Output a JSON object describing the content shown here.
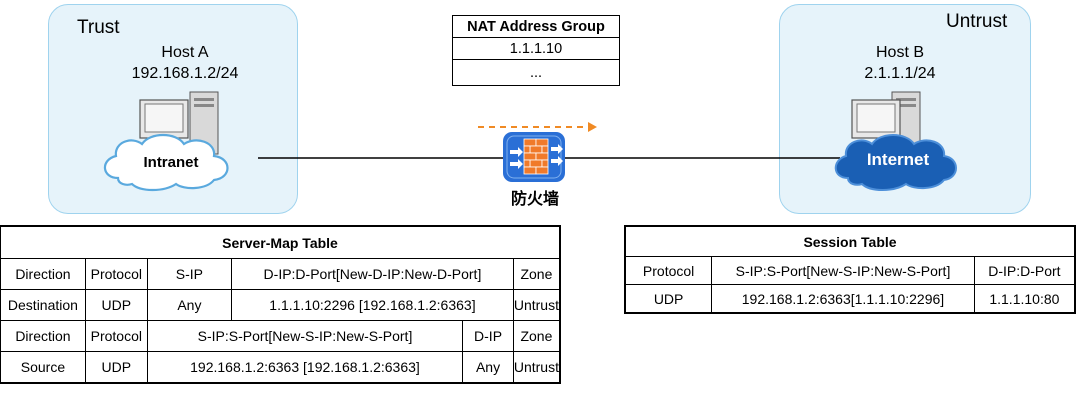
{
  "zones": {
    "trust": "Trust",
    "untrust": "Untrust"
  },
  "host_a": {
    "name": "Host  A",
    "ip": "192.168.1.2/24",
    "cloud": "Intranet"
  },
  "host_b": {
    "name": "Host B",
    "ip": "2.1.1.1/24",
    "cloud": "Internet"
  },
  "nat_group": {
    "title": "NAT Address Group",
    "rows": [
      "1.1.1.10",
      "..."
    ]
  },
  "firewall": {
    "label": "防火墙",
    "icon": "firewall-icon"
  },
  "server_map": {
    "title": "Server-Map Table",
    "header1": [
      "Direction",
      "Protocol",
      "S-IP",
      "D-IP:D-Port[New-D-IP:New-D-Port]",
      "Zone"
    ],
    "row1": [
      "Destination",
      "UDP",
      "Any",
      "1.1.1.10:2296 [192.168.1.2:6363]",
      "Untrust"
    ],
    "header2": [
      "Direction",
      "Protocol",
      "S-IP:S-Port[New-S-IP:New-S-Port]",
      "D-IP",
      "Zone"
    ],
    "row2": [
      "Source",
      "UDP",
      "192.168.1.2:6363 [192.168.1.2:6363]",
      "Any",
      "Untrust"
    ]
  },
  "session_table": {
    "title": "Session Table",
    "header": [
      "Protocol",
      "S-IP:S-Port[New-S-IP:New-S-Port]",
      "D-IP:D-Port"
    ],
    "row": [
      "UDP",
      "192.168.1.2:6363[1.1.1.10:2296]",
      "1.1.1.10:80"
    ]
  },
  "colors": {
    "zone_fill": "#e6f3fa",
    "zone_border": "#9fd3ee",
    "flow_arrow": "#f08a24",
    "cloud_intranet": "#ffffff",
    "cloud_internet": "#1a5fb4",
    "firewall_blue": "#2a6fd6",
    "firewall_brick": "#f07a2a"
  }
}
